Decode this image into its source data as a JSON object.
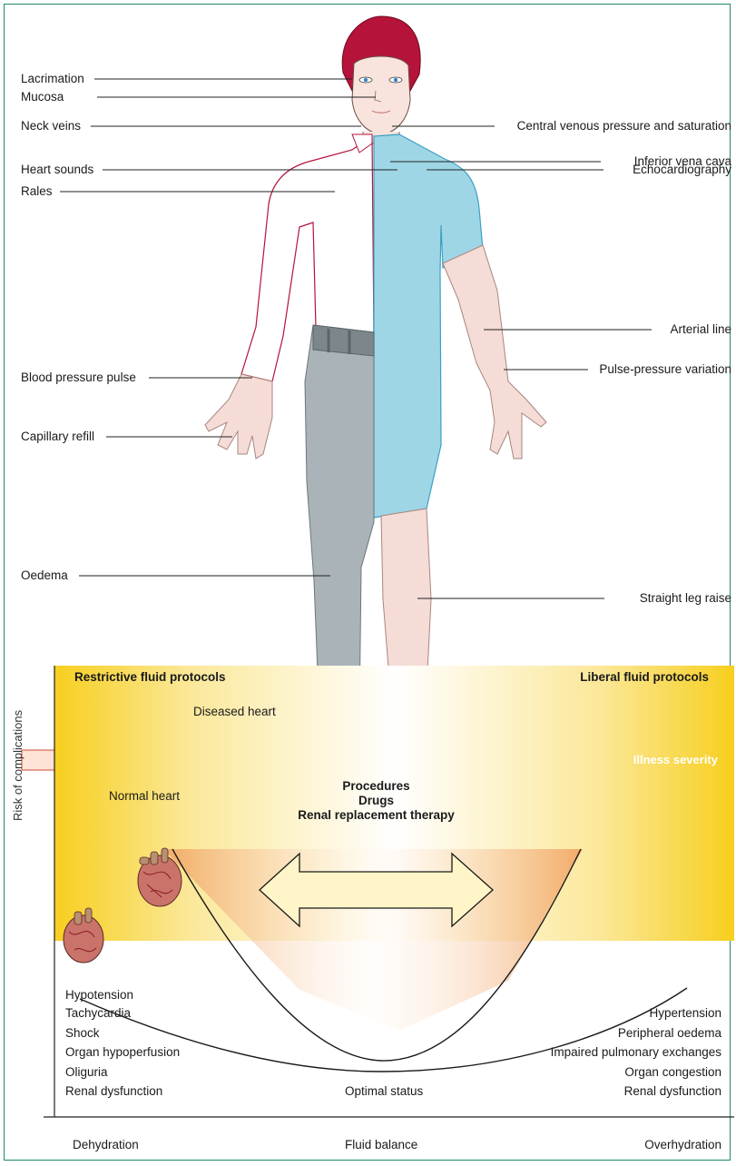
{
  "figure": {
    "left_labels": [
      "Lacrimation",
      "Mucosa",
      "Neck veins",
      "Heart sounds",
      "Rales",
      "Blood pressure pulse",
      "Capillary refill",
      "Oedema"
    ],
    "right_labels": [
      "Central venous pressure and saturation",
      "Inferior vena cava",
      "Echocardiography",
      "Arterial line",
      "Pulse-pressure variation",
      "Straight leg raise"
    ],
    "severity_arrow_label": "Illness severity",
    "colors": {
      "frame": "#1e8a6a",
      "hair": "#b5133a",
      "gown": "#9fd6e6",
      "trousers": "#aab3b8",
      "skin": "#f5dcd6",
      "arrow_start": "#fde3d6",
      "arrow_end": "#e4533a"
    }
  },
  "curve_panel": {
    "restrictive_label": "Restrictive fluid protocols",
    "liberal_label": "Liberal fluid protocols",
    "diseased_heart_label": "Diseased heart",
    "normal_heart_label": "Normal heart",
    "center_arrow_lines": [
      "Procedures",
      "Drugs",
      "Renal replacement therapy"
    ],
    "y_axis_label": "Risk of complications",
    "left_effects": [
      "Hypotension",
      "Tachycardia",
      "Shock",
      "Organ hypoperfusion",
      "Oliguria",
      "Renal dysfunction"
    ],
    "right_effects": [
      "Hypertension",
      "Peripheral oedema",
      "Impaired pulmonary exchanges",
      "Organ congestion",
      "Renal dysfunction"
    ],
    "optimal_label": "Optimal status",
    "x_labels": {
      "left": "Dehydration",
      "center": "Fluid balance",
      "right": "Overhydration"
    },
    "colors": {
      "edge_yellow": "#f7cf1e",
      "center_white": "#ffffff",
      "peach": "#f2a56a"
    }
  }
}
